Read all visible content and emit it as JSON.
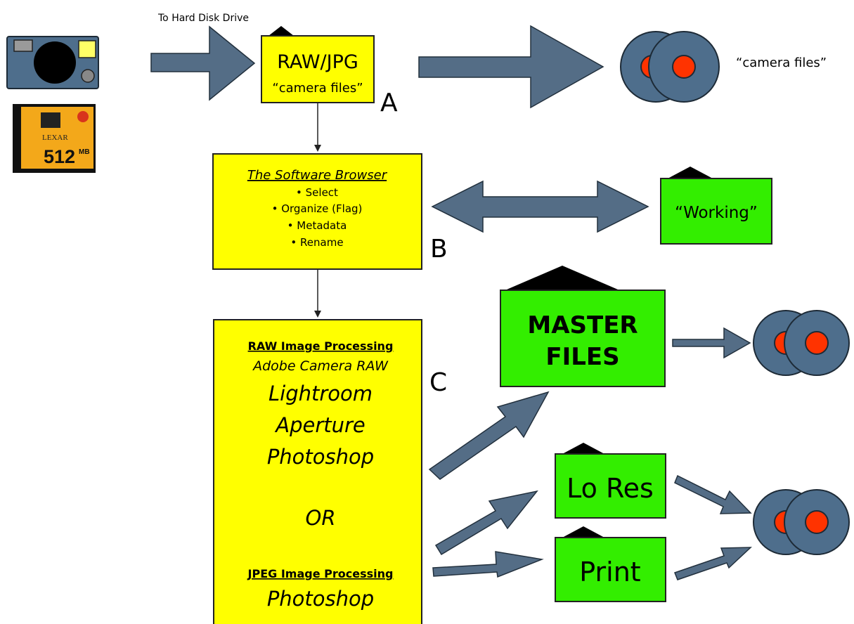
{
  "top_caption": "To Hard Disk Drive",
  "box_a": {
    "line1": "RAW/JPG",
    "line2": "“camera files”",
    "marker": "A"
  },
  "disks_top_label": "“camera files”",
  "box_b": {
    "title": "The Software Browser",
    "items": [
      "• Select",
      "• Organize (Flag)",
      "• Metadata",
      "• Rename"
    ],
    "marker": "B"
  },
  "working_folder": "“Working”",
  "box_c": {
    "raw_heading": "RAW Image Processing",
    "raw_items": [
      "Adobe Camera RAW",
      "Lightroom",
      "Aperture",
      "Photoshop"
    ],
    "or_text": "OR",
    "jpeg_heading": "JPEG Image Processing",
    "jpeg_items": [
      "Photoshop"
    ],
    "marker": "C"
  },
  "master_files": {
    "line1": "MASTER",
    "line2": "FILES"
  },
  "lo_res": "Lo Res",
  "print": "Print",
  "memory_card": {
    "brand": "LEXAR",
    "capacity": "512",
    "unit": "MB"
  },
  "colors": {
    "yellow": "#ffff00",
    "green": "#33ee00",
    "arrow": "#546d86",
    "disk_outer": "#4e6e8c",
    "disk_center": "#ff3300"
  }
}
